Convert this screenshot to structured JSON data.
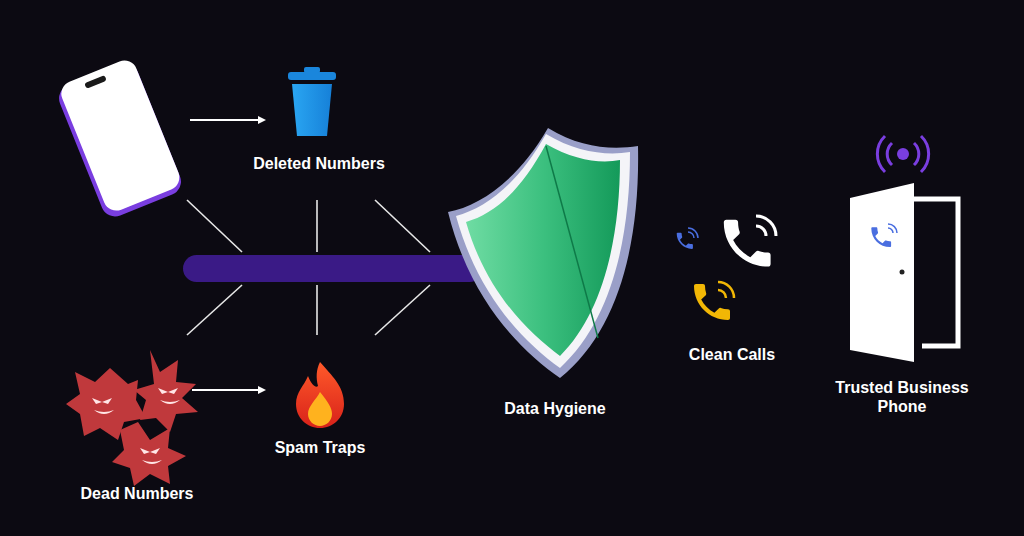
{
  "diagram": {
    "labels": [
      "Deleted Numbers",
      "Spam Traps",
      "Dead Numbers",
      "Data Hygiene",
      "Clean Calls",
      "Trusted Business Phone"
    ]
  }
}
